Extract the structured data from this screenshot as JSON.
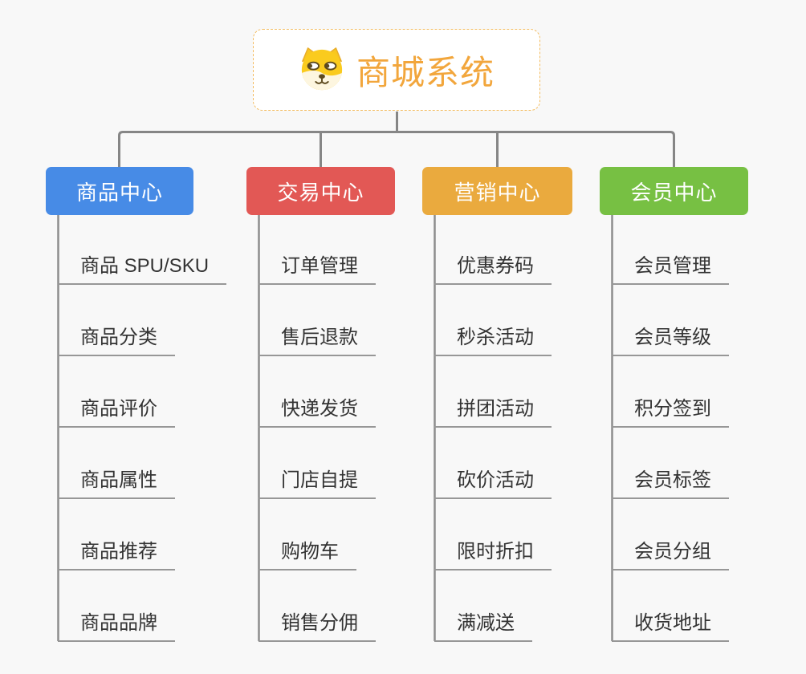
{
  "root": {
    "title": "商城系统",
    "icon": "shiba-dog-icon",
    "border_color": "#F3BC60",
    "title_color": "#F2A63C"
  },
  "branches": [
    {
      "label": "商品中心",
      "color": "#478BE6",
      "items": [
        "商品 SPU/SKU",
        "商品分类",
        "商品评价",
        "商品属性",
        "商品推荐",
        "商品品牌"
      ]
    },
    {
      "label": "交易中心",
      "color": "#E25855",
      "items": [
        "订单管理",
        "售后退款",
        "快递发货",
        "门店自提",
        "购物车",
        "销售分佣"
      ]
    },
    {
      "label": "营销中心",
      "color": "#EAAA3E",
      "items": [
        "优惠券码",
        "秒杀活动",
        "拼团活动",
        "砍价活动",
        "限时折扣",
        "满减送"
      ]
    },
    {
      "label": "会员中心",
      "color": "#77C043",
      "items": [
        "会员管理",
        "会员等级",
        "积分签到",
        "会员标签",
        "会员分组",
        "收货地址"
      ]
    }
  ],
  "colors": {
    "connector": "#868686",
    "underline": "#979797",
    "item_text": "#333333",
    "background": "#F8F8F8"
  }
}
